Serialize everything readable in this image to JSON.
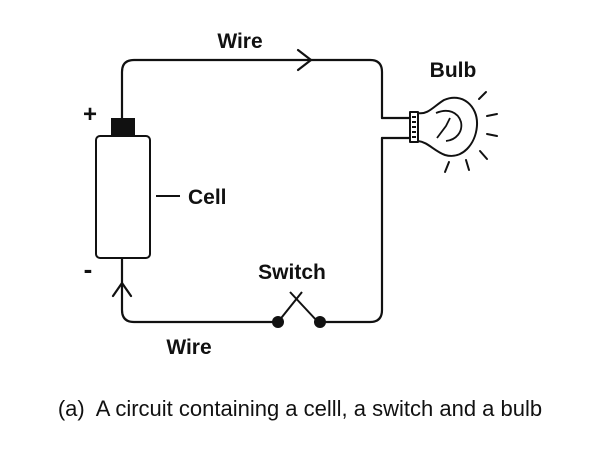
{
  "diagram": {
    "labels": {
      "wire_top": "Wire",
      "bulb": "Bulb",
      "plus": "+",
      "cell": "Cell",
      "minus": "-",
      "switch": "Switch",
      "wire_bottom": "Wire"
    },
    "caption": "(a)  A circuit containing a celll, a switch and a bulb"
  }
}
